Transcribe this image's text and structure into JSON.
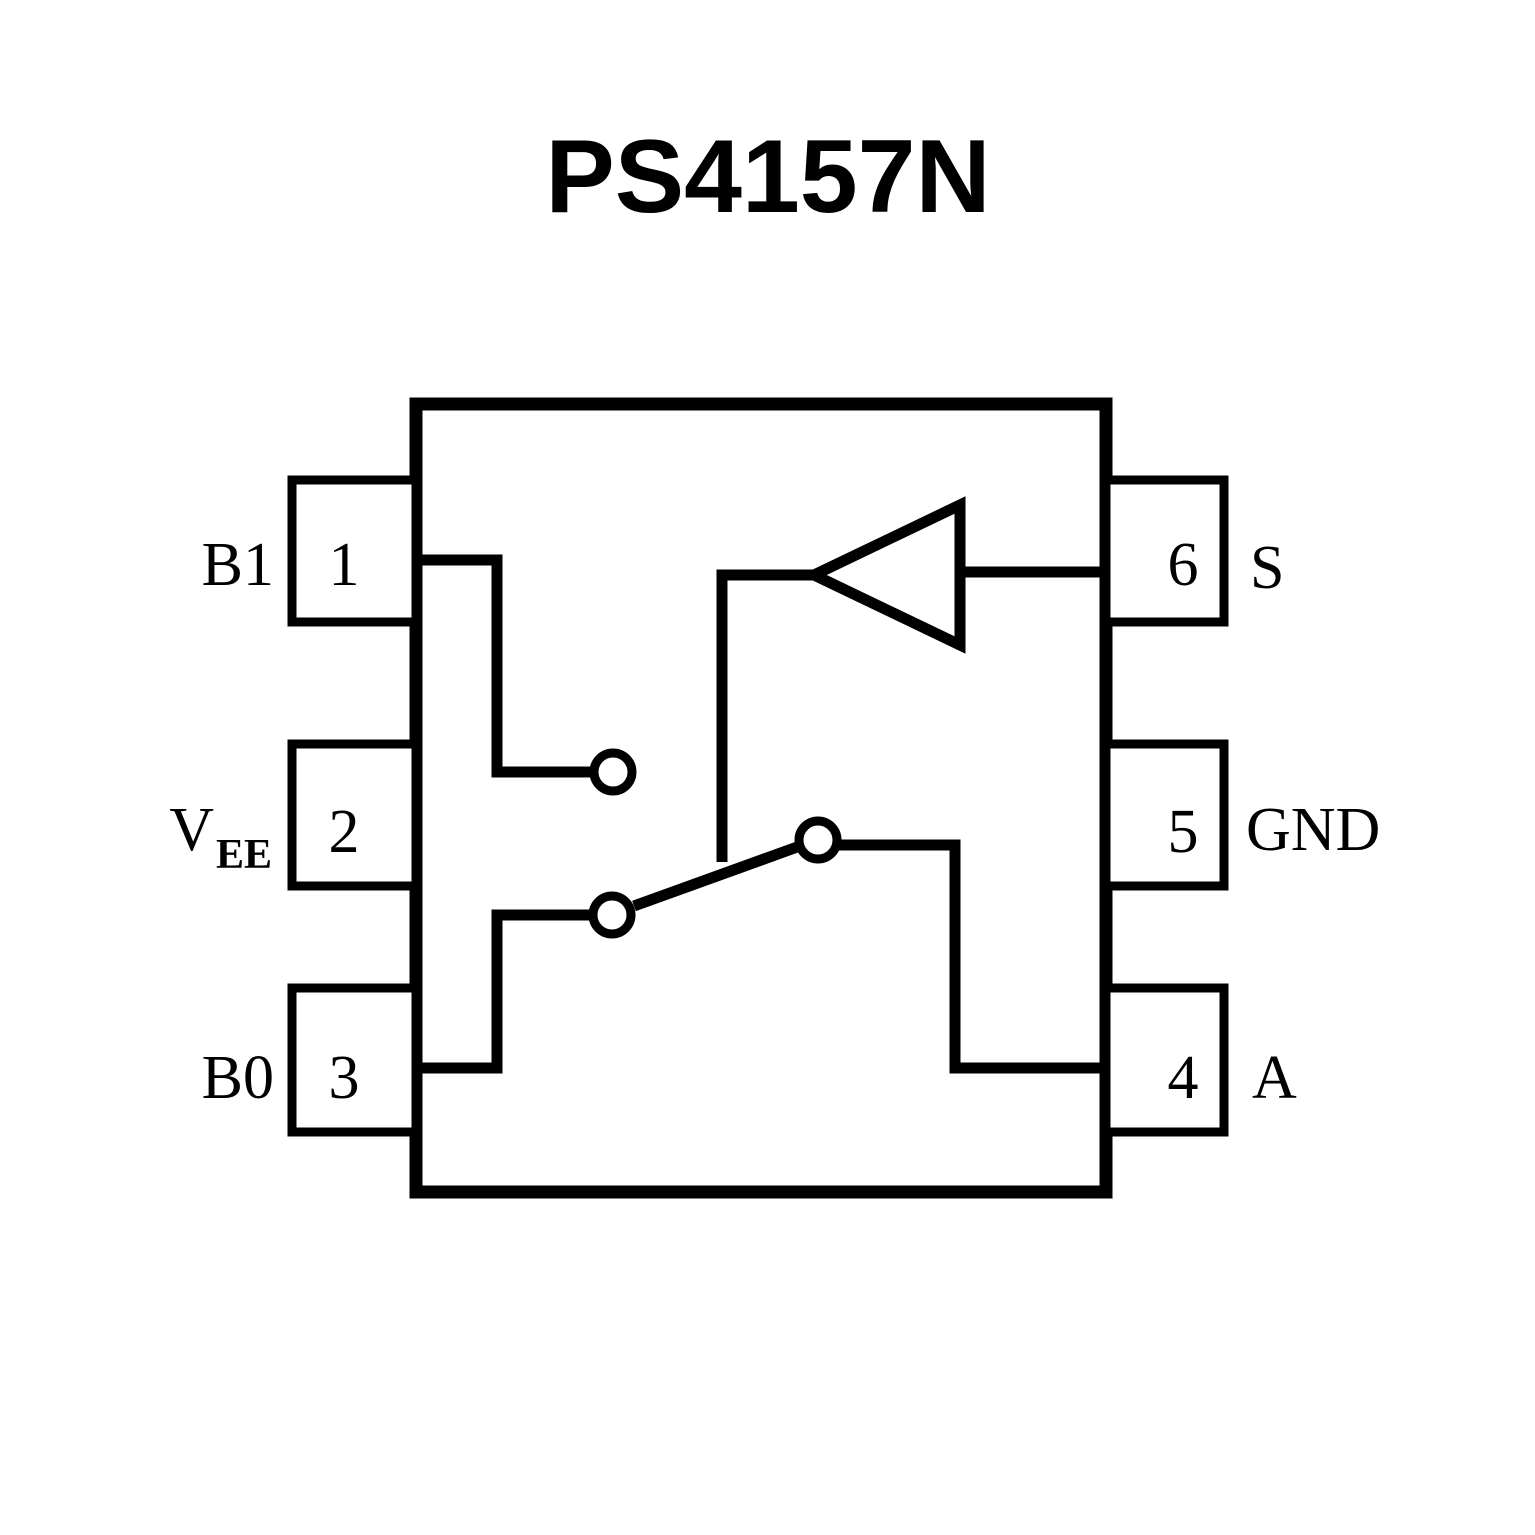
{
  "title": "PS4157N",
  "chip": {
    "pins_left": [
      {
        "number": "1",
        "label": "B1"
      },
      {
        "number": "2",
        "label_main": "V",
        "label_sub": "EE"
      },
      {
        "number": "3",
        "label": "B0"
      }
    ],
    "pins_right": [
      {
        "number": "6",
        "label": "S"
      },
      {
        "number": "5",
        "label": "GND"
      },
      {
        "number": "4",
        "label": "A"
      }
    ],
    "colors": {
      "line": "#000000",
      "background": "#ffffff"
    }
  }
}
